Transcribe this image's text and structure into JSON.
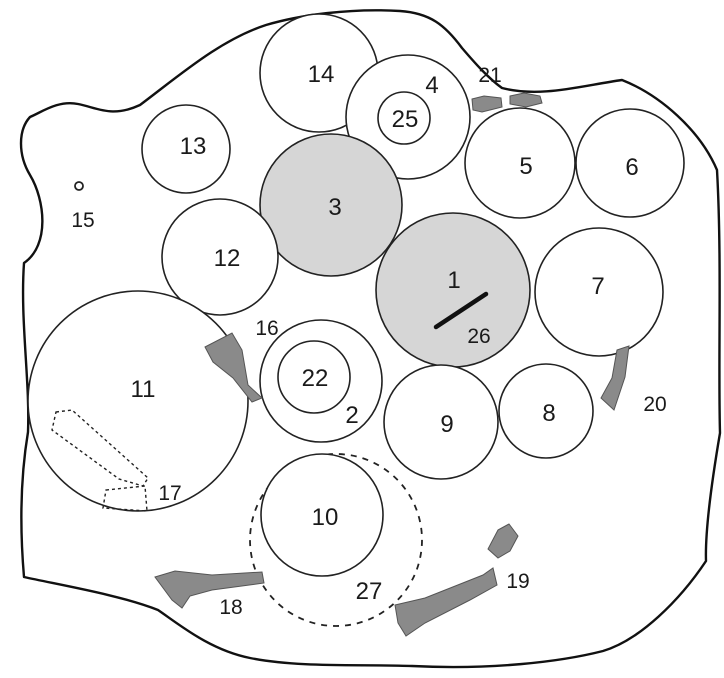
{
  "figure": {
    "labels": {
      "c1": "1",
      "c2": "2",
      "c3": "3",
      "c4": "4",
      "c5": "5",
      "c6": "6",
      "c7": "7",
      "c8": "8",
      "c9": "9",
      "c10": "10",
      "c11": "11",
      "c12": "12",
      "c13": "13",
      "c14": "14",
      "c15": "15",
      "c16": "16",
      "c17": "17",
      "c18": "18",
      "c19": "19",
      "c20": "20",
      "c21": "21",
      "c22": "22",
      "c25": "25",
      "c26": "26",
      "c27": "27"
    },
    "colors": {
      "outline": "#111111",
      "shaded_fill": "#d6d6d6",
      "patch_fill": "#8a8a8a"
    }
  }
}
